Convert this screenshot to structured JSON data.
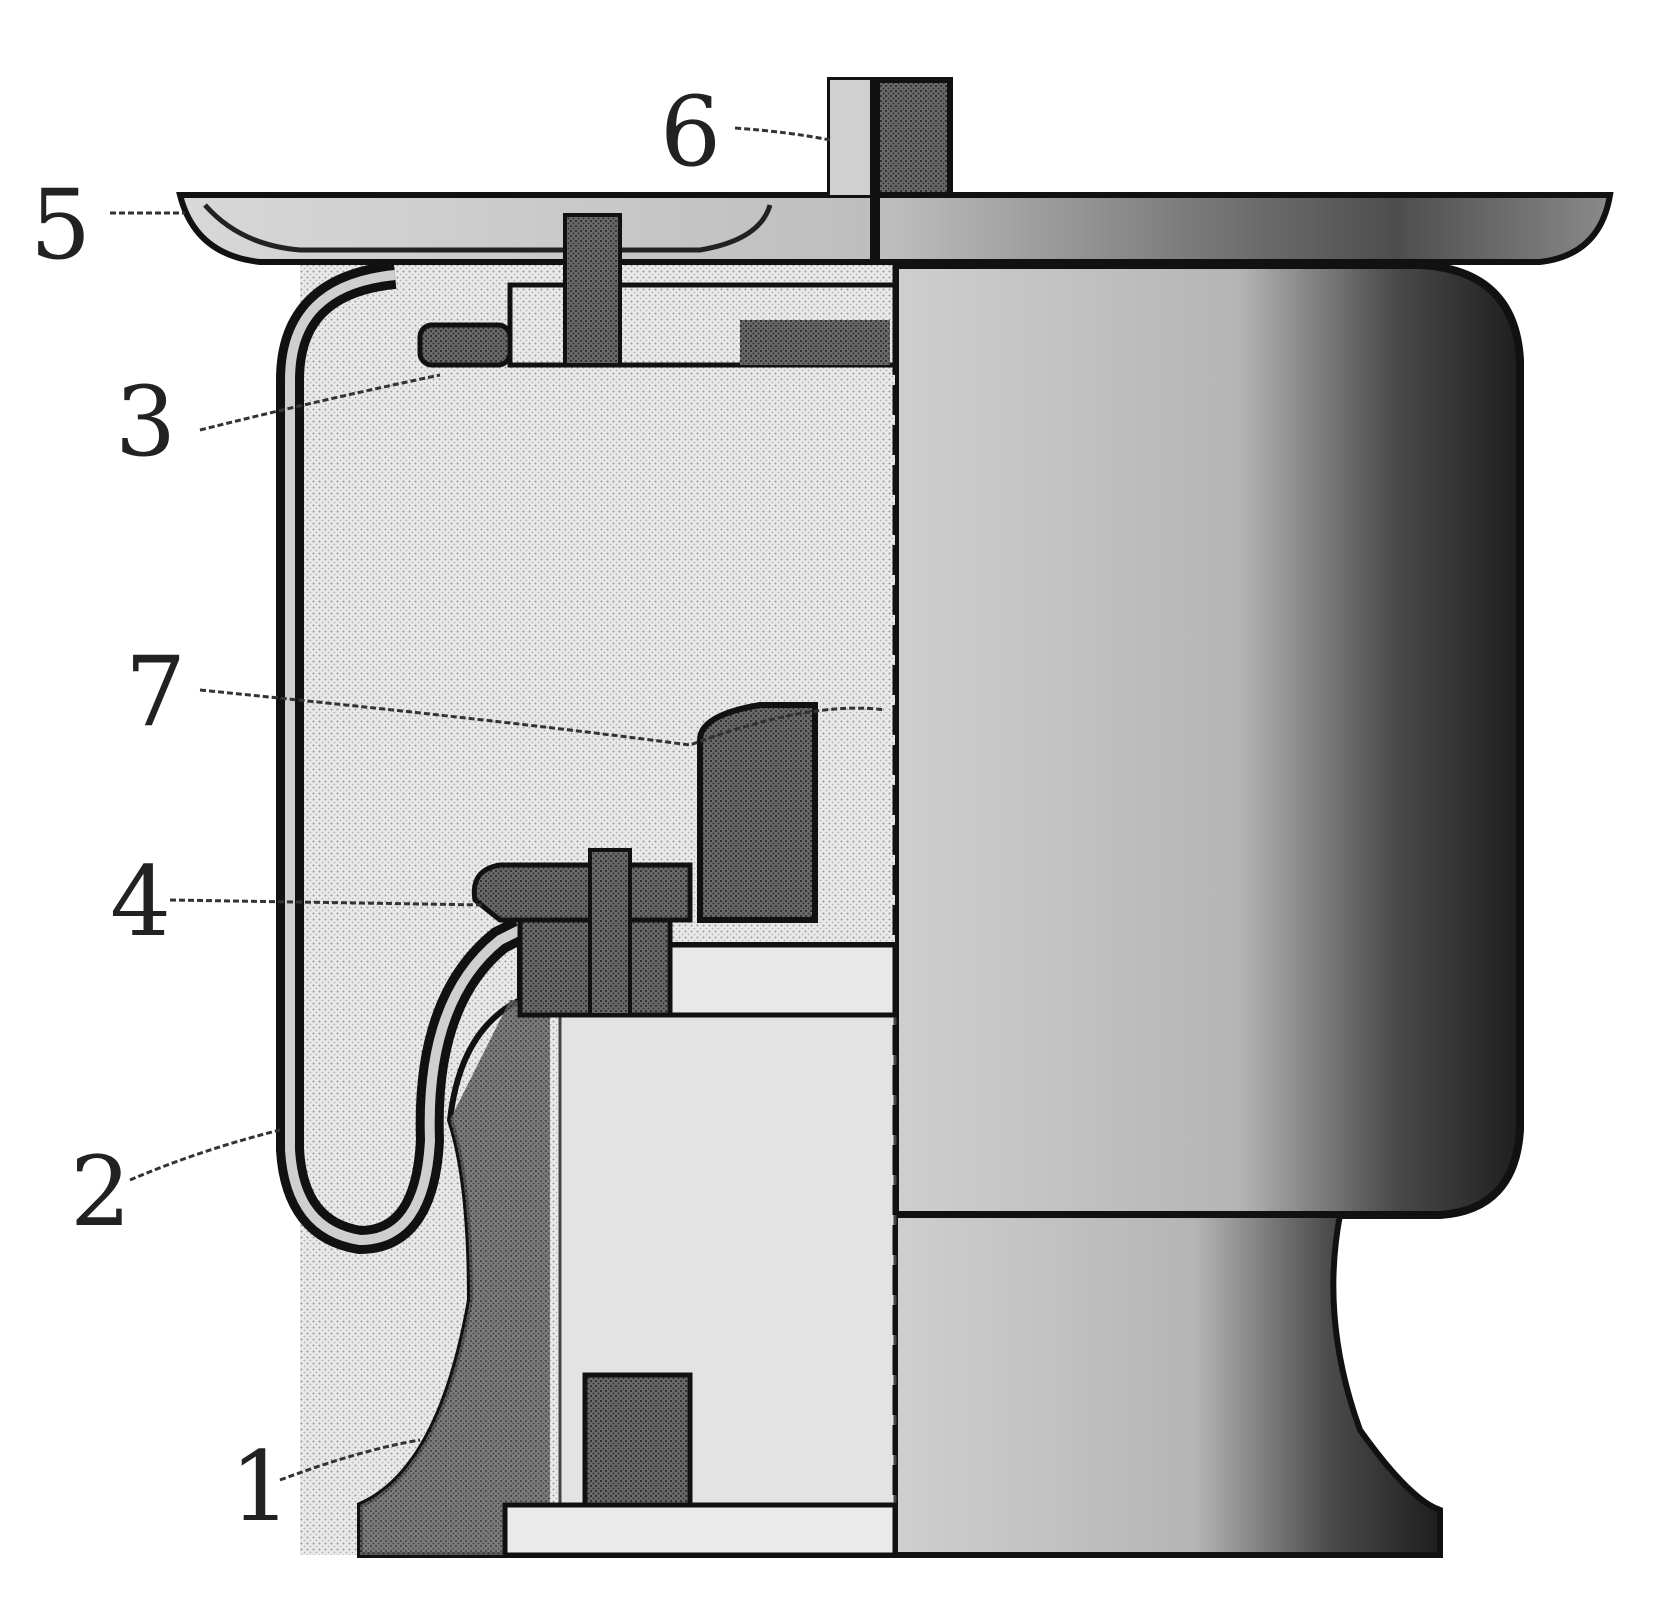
{
  "figure": {
    "callouts": [
      {
        "id": "label-1",
        "text": "1",
        "part": "base-piston"
      },
      {
        "id": "label-2",
        "text": "2",
        "part": "rubber-bellows"
      },
      {
        "id": "label-3",
        "text": "3",
        "part": "upper-clamp-ring"
      },
      {
        "id": "label-4",
        "text": "4",
        "part": "lower-clamp-ring"
      },
      {
        "id": "label-5",
        "text": "5",
        "part": "top-cover-plate"
      },
      {
        "id": "label-6",
        "text": "6",
        "part": "threaded-air-port"
      },
      {
        "id": "label-7",
        "text": "7",
        "part": "bump-stop-buffer"
      }
    ]
  }
}
